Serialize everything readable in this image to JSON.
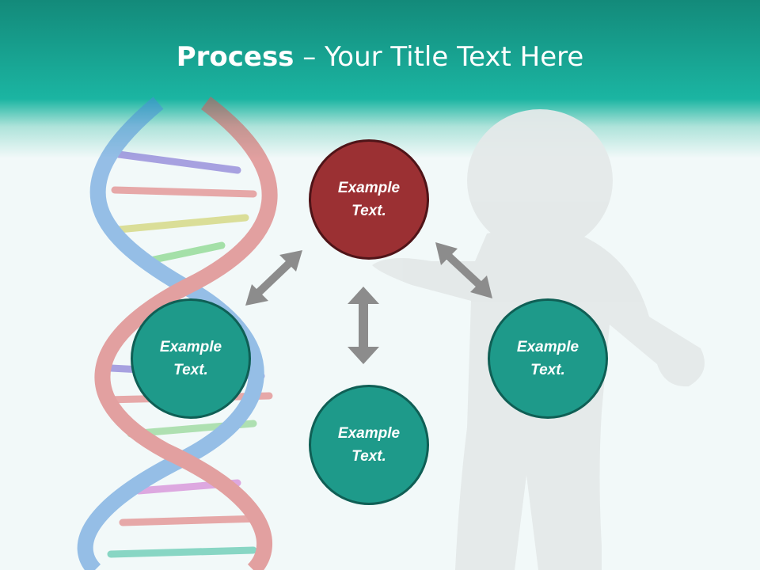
{
  "title": {
    "bold": "Process",
    "rest": " – Your Title Text Here"
  },
  "nodes": [
    {
      "text": "Example Text.",
      "color": "#9b3033"
    },
    {
      "text": "Example Text.",
      "color": "#1e9a8a"
    },
    {
      "text": "Example Text.",
      "color": "#1e9a8a"
    },
    {
      "text": "Example Text.",
      "color": "#1e9a8a"
    }
  ],
  "colors": {
    "header": "#1bb5a2",
    "arrow": "#8c8c8c"
  }
}
